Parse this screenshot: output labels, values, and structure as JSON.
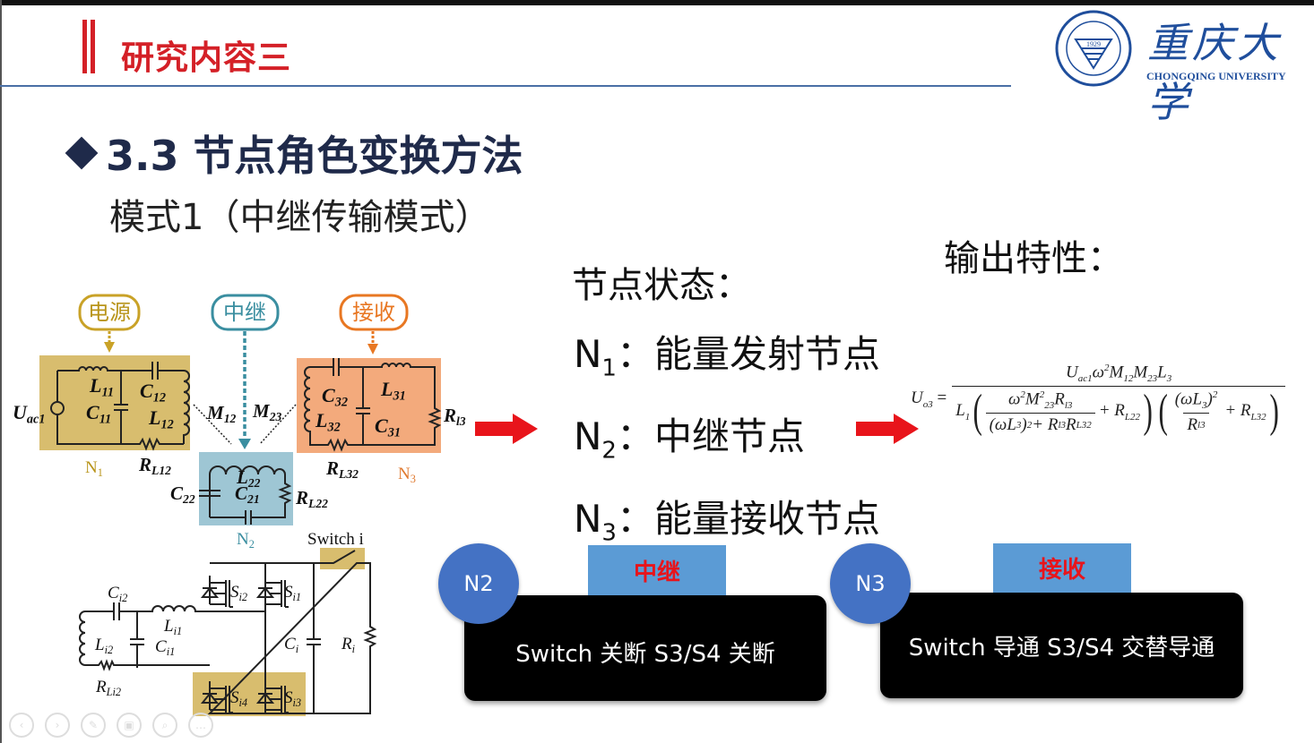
{
  "header": {
    "title": "研究内容三",
    "logo_text": "重庆大学",
    "logo_english": "CHONGQING UNIVERSITY",
    "seal_year": "1929"
  },
  "section": {
    "heading": "3.3 节点角色变换方法",
    "subtitle": "模式1（中继传输模式）"
  },
  "node_states": {
    "title": "节点状态：",
    "items": [
      {
        "node": "N",
        "sub": "1",
        "text": "：能量发射节点"
      },
      {
        "node": "N",
        "sub": "2",
        "text": "：中继节点"
      },
      {
        "node": "N",
        "sub": "3",
        "text": "：能量接收节点"
      }
    ]
  },
  "output": {
    "title": "输出特性：",
    "formula": {
      "lhs": "U",
      "lhs_sub": "o3",
      "eq": "=",
      "numerator": "U<sub>ac1</sub>ω<sup>2</sup>M<sub>12</sub>M<sub>23</sub>L<sub>3</sub>",
      "den_l1": "L<sub>1</sub>",
      "t1_num": "ω<sup>2</sup>M<sup>2</sup><sub>23</sub>R<sub>l3</sub>",
      "t1_den": "(ωL<sub>3</sub>)<sup>2</sup> + R<sub>l3</sub>R<sub>L32</sub>",
      "t1_add": "+ R<sub>L22</sub>",
      "t2_num": "(ωL<sub>3</sub>)<sup>2</sup>",
      "t2_den": "R<sub>l3</sub>",
      "t2_add": "+ R<sub>L32</sub>"
    }
  },
  "circuit": {
    "tags": {
      "source": "电源",
      "relay": "中继",
      "receive": "接收"
    },
    "labels": {
      "Uac1": {
        "m": "U",
        "s": "ac1"
      },
      "L11": {
        "m": "L",
        "s": "11"
      },
      "C12": {
        "m": "C",
        "s": "12"
      },
      "C11": {
        "m": "C",
        "s": "11"
      },
      "L12": {
        "m": "L",
        "s": "12"
      },
      "M12": {
        "m": "M",
        "s": "12"
      },
      "M23": {
        "m": "M",
        "s": "23"
      },
      "C32": {
        "m": "C",
        "s": "32"
      },
      "L31": {
        "m": "L",
        "s": "31"
      },
      "L32": {
        "m": "L",
        "s": "32"
      },
      "C31": {
        "m": "C",
        "s": "31"
      },
      "Rl3": {
        "m": "R",
        "s": "l3"
      },
      "RL12": {
        "m": "R",
        "s": "L12"
      },
      "RL32": {
        "m": "R",
        "s": "L32"
      },
      "C22": {
        "m": "C",
        "s": "22"
      },
      "L22": {
        "m": "L",
        "s": "22"
      },
      "C21": {
        "m": "C",
        "s": "21"
      },
      "RL22": {
        "m": "R",
        "s": "L22"
      },
      "N1": {
        "m": "N",
        "s": "1"
      },
      "N2": {
        "m": "N",
        "s": "2"
      },
      "N3": {
        "m": "N",
        "s": "3"
      },
      "Ci2": {
        "m": "C",
        "s": "i2"
      },
      "Li1": {
        "m": "L",
        "s": "i1"
      },
      "Li2": {
        "m": "L",
        "s": "i2"
      },
      "Ci1": {
        "m": "C",
        "s": "i1"
      },
      "RLi2": {
        "m": "R",
        "s": "Li2"
      },
      "Si2": {
        "m": "S",
        "s": "i2"
      },
      "Si1": {
        "m": "S",
        "s": "i1"
      },
      "Ci": {
        "m": "C",
        "s": "i"
      },
      "Ri": {
        "m": "R",
        "s": "i"
      },
      "Si4": {
        "m": "S",
        "s": "i4"
      },
      "Si3": {
        "m": "S",
        "s": "i3"
      }
    },
    "switch_label": "Switch i"
  },
  "modes": [
    {
      "node": "N2",
      "role": "中继",
      "desc": "Switch 关断  S3/S4 关断"
    },
    {
      "node": "N3",
      "role": "接收",
      "desc": "Switch 导通 S3/S4 交替导通"
    }
  ],
  "colors": {
    "red": "#d42027",
    "navy": "#1f2a4a",
    "blue": "#4472c4",
    "tab": "#5b9bd5",
    "n1": "#d8bd6e",
    "n2": "#9ec6d4",
    "n3": "#f3aa7c"
  }
}
